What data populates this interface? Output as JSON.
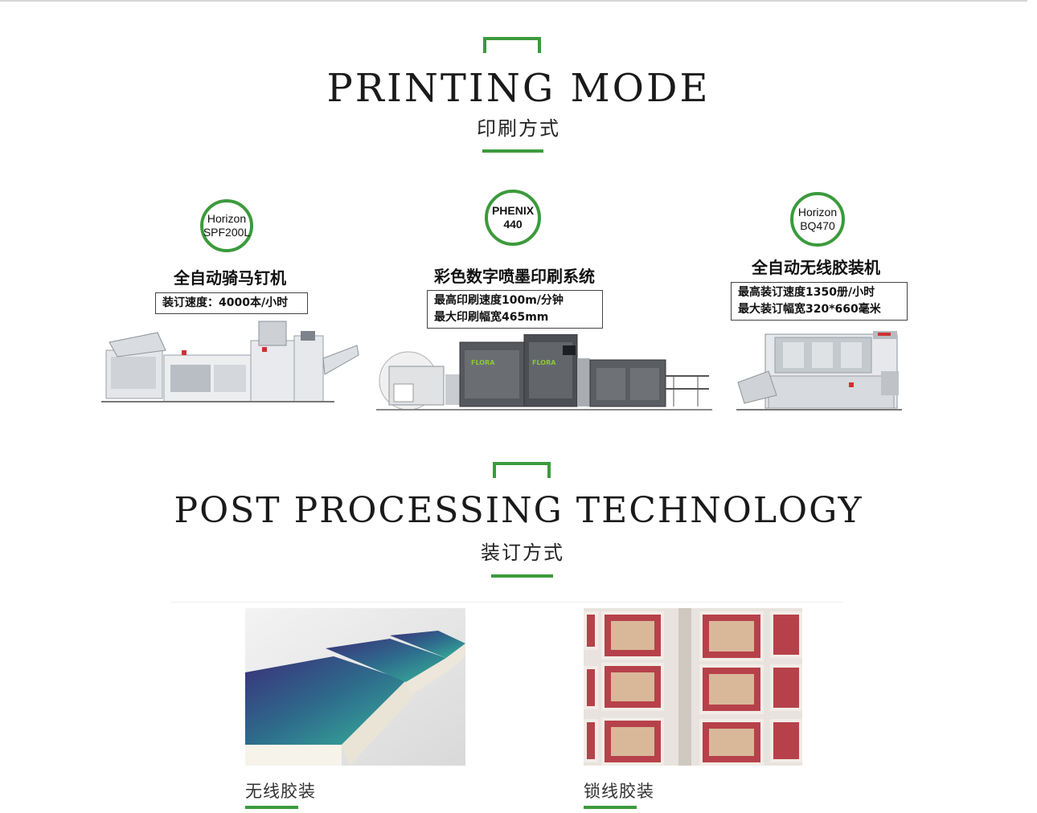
{
  "printing": {
    "title": "PRINTING MODE",
    "subtitle": "印刷方式",
    "machines": [
      {
        "badge": [
          "Horizon",
          "SPF200L"
        ],
        "name": "全自动骑马钉机",
        "specs": [
          "装订速度：4000本/小时"
        ]
      },
      {
        "badge": [
          "PHENIX",
          "440"
        ],
        "name": "彩色数字喷墨印刷系统",
        "specs": [
          "最高印刷速度100m/分钟",
          "最大印刷幅宽465mm"
        ],
        "logo_text": "FLORA"
      },
      {
        "badge": [
          "Horizon",
          "BQ470"
        ],
        "name": "全自动无线胶装机",
        "specs": [
          "最高装订速度1350册/小时",
          "最大装订幅宽320*660毫米"
        ]
      }
    ]
  },
  "post": {
    "title": "POST PROCESSING TECHNOLOGY",
    "subtitle": "装订方式",
    "items": [
      {
        "caption": "无线胶装"
      },
      {
        "caption": "锁线胶装"
      }
    ]
  },
  "colors": {
    "accent": "#3c9a3c",
    "text": "#222222"
  }
}
